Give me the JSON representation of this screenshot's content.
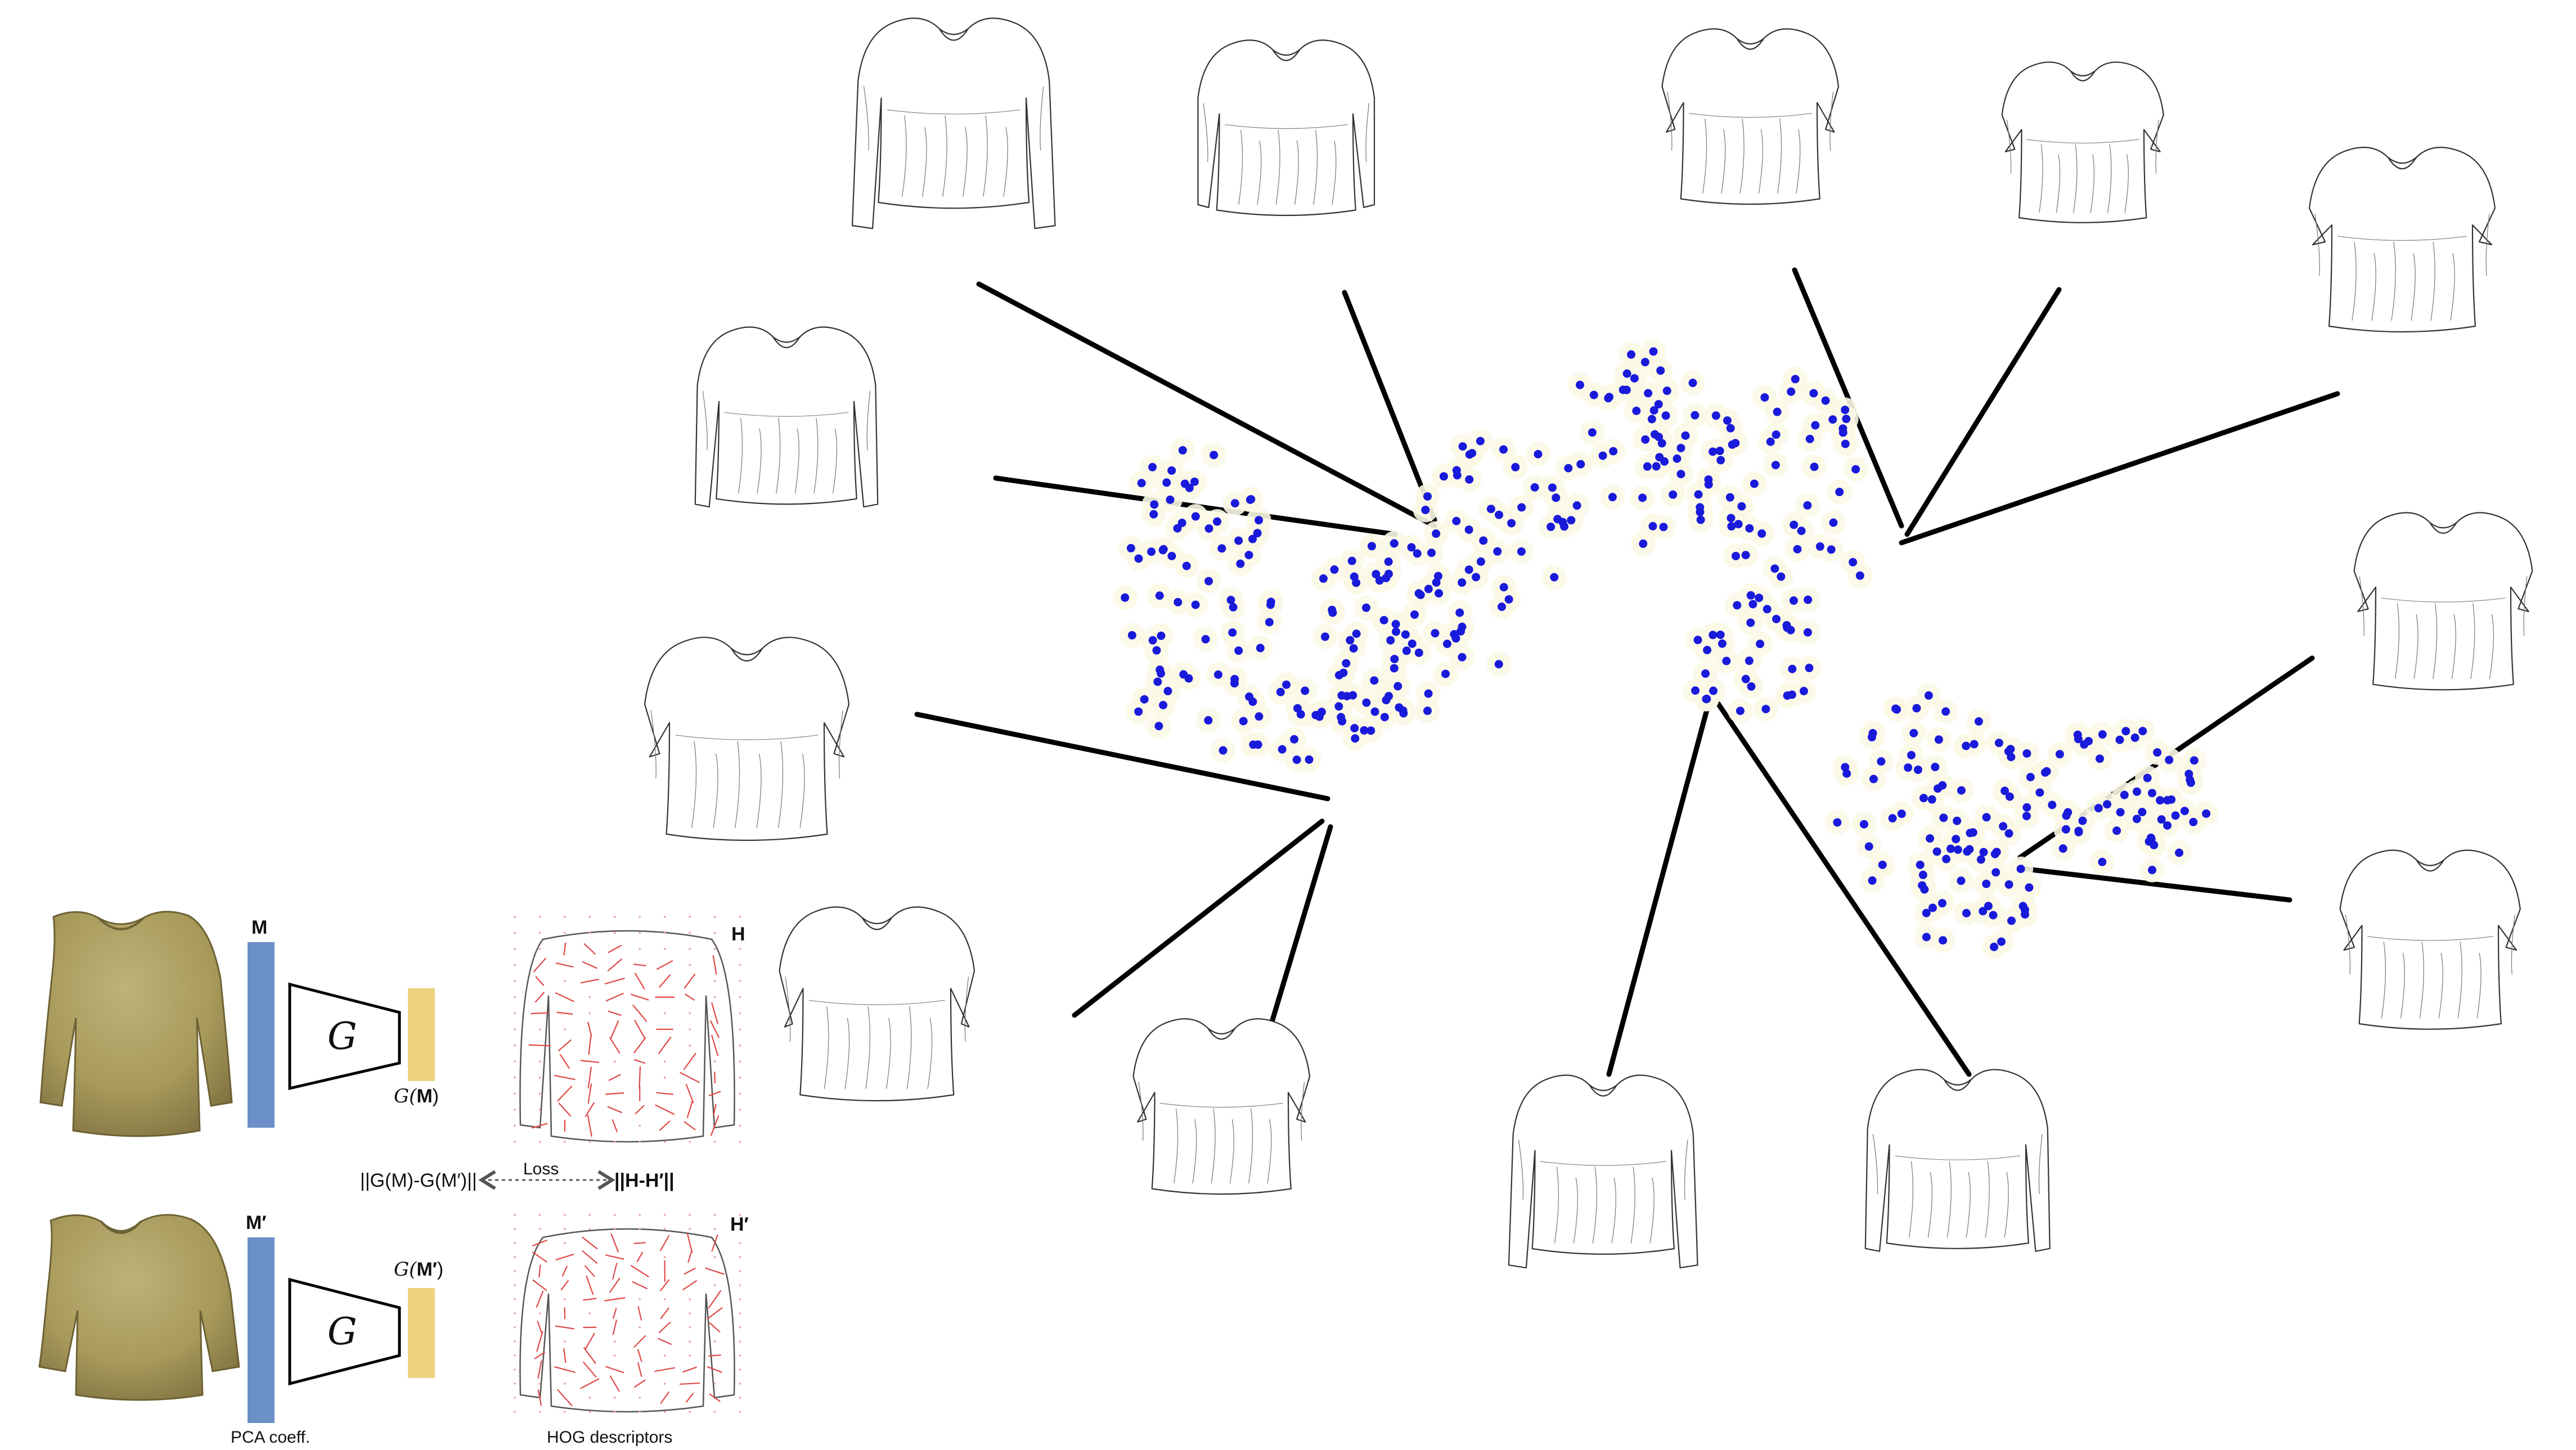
{
  "figure": {
    "inset": {
      "mesh_label_top": "M",
      "mesh_label_bottom": "M′",
      "network_symbol": "G",
      "output_label_top_prefix": "G(",
      "output_label_top_var": "M",
      "output_label_top_suffix": ")",
      "output_label_bottom_prefix": "G(",
      "output_label_bottom_var": "M′",
      "output_label_bottom_suffix": ")",
      "hog_label_top": "H",
      "hog_label_bottom": "H′",
      "loss_label": "Loss",
      "loss_left_expr": "||G(M)-G(M′)||",
      "loss_right_expr": "||H-H′||",
      "caption_pca": "PCA coeff.",
      "caption_hog": "HOG descriptors"
    },
    "colors": {
      "pca_bar": "#6b8fc7",
      "output_bar": "#eed27e",
      "garment": "#a89a5a",
      "points": "#1a1adb",
      "leader_lines": "#000000",
      "hog_arrows": "#e04848"
    }
  }
}
